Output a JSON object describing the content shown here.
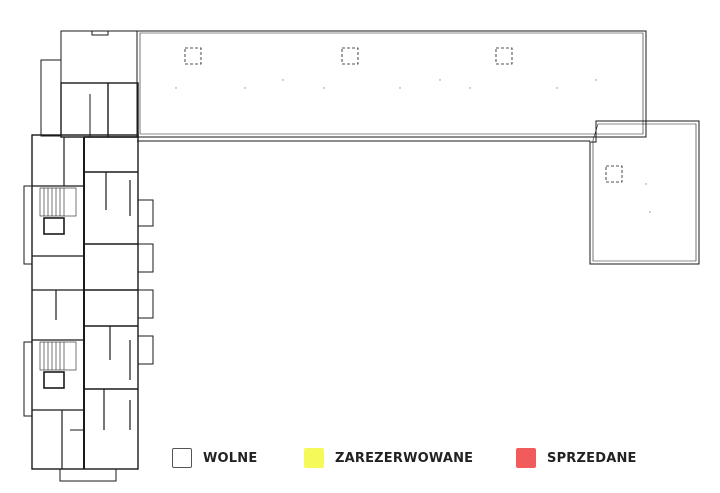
{
  "floor_plan": {
    "legend": [
      {
        "id": "wolne",
        "label": "WOLNE",
        "fill": "#ffffff",
        "stroke": "#555555"
      },
      {
        "id": "zarezerwowane",
        "label": "ZAREZERWOWANE",
        "fill": "#f5fa5a",
        "stroke": "#f5fa5a"
      },
      {
        "id": "sprzedane",
        "label": "SPRZEDANE",
        "fill": "#f25b5b",
        "stroke": "#f25b5b"
      }
    ],
    "colors": {
      "wall": "#1a1a1a",
      "background": "#ffffff"
    }
  }
}
